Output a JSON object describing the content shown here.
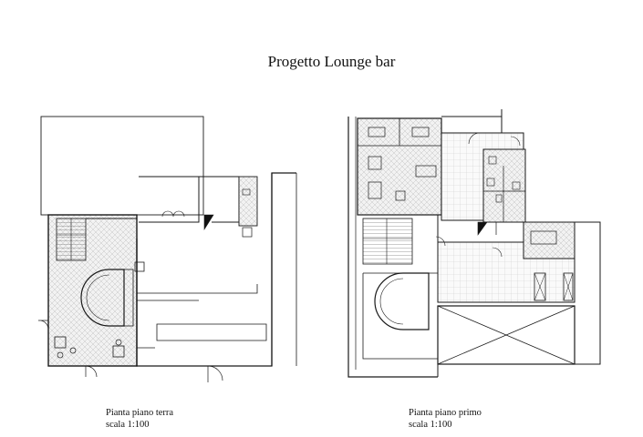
{
  "title": "Progetto Lounge bar",
  "plans": {
    "ground_floor": {
      "name": "Pianta piano terra",
      "scale": "scala 1:100"
    },
    "first_floor": {
      "name": "Pianta piano primo",
      "scale": "scala 1:100"
    }
  },
  "colors": {
    "line": "#1a1a1a",
    "hatch": "#bdbdbd",
    "paving": "#d6d6d6",
    "fill_black": "#111111"
  }
}
